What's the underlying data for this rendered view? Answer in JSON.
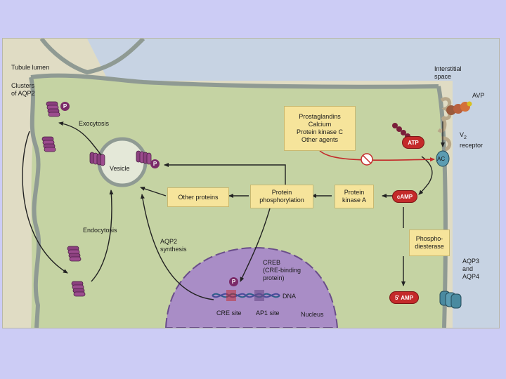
{
  "labels": {
    "tubule_lumen": "Tubule lumen",
    "clusters_aqp2": [
      "Clusters",
      "of AQP2"
    ],
    "interstitial": [
      "Interstitial",
      "space"
    ],
    "exocytosis": "Exocytosis",
    "vesicle": "Vesicle",
    "endocytosis": "Endocytosis",
    "aqp2_synthesis": [
      "AQP2",
      "synthesis"
    ],
    "creb": [
      "CREB",
      "(CRE-binding",
      "protein)"
    ],
    "dna": "DNA",
    "cre_site": "CRE site",
    "ap1_site": "AP1 site",
    "nucleus": "Nucleus",
    "avp": "AVP",
    "v2_receptor": [
      "V",
      "2",
      "receptor"
    ],
    "ac": "AC",
    "aqp3_aqp4": [
      "AQP3",
      "and",
      "AQP4"
    ],
    "p": "P"
  },
  "boxes": {
    "agents": [
      "Prostaglandins",
      "Calcium",
      "Protein kinase C",
      "Other agents"
    ],
    "other_proteins": "Other proteins",
    "protein_phosphorylation": [
      "Protein",
      "phosphorylation"
    ],
    "protein_kinase_a": [
      "Protein",
      "kinase A"
    ],
    "phosphodiesterase": [
      "Phospho-",
      "diesterase"
    ]
  },
  "pills": {
    "atp": "ATP",
    "camp": "cAMP",
    "five_amp": "5' AMP"
  },
  "colors": {
    "background": "#ccccf5",
    "cell_green": "#c5d3a3",
    "lumen_tan": "#e0dcc4",
    "interstitial_blue": "#c7d3e3",
    "box_yellow": "#f6e49b",
    "nucleus_purple": "#a98dc6",
    "aqp2_purple": "#8b3f7e",
    "pill_red": "#c42a2a",
    "aqp34_teal": "#4a8aa0"
  }
}
